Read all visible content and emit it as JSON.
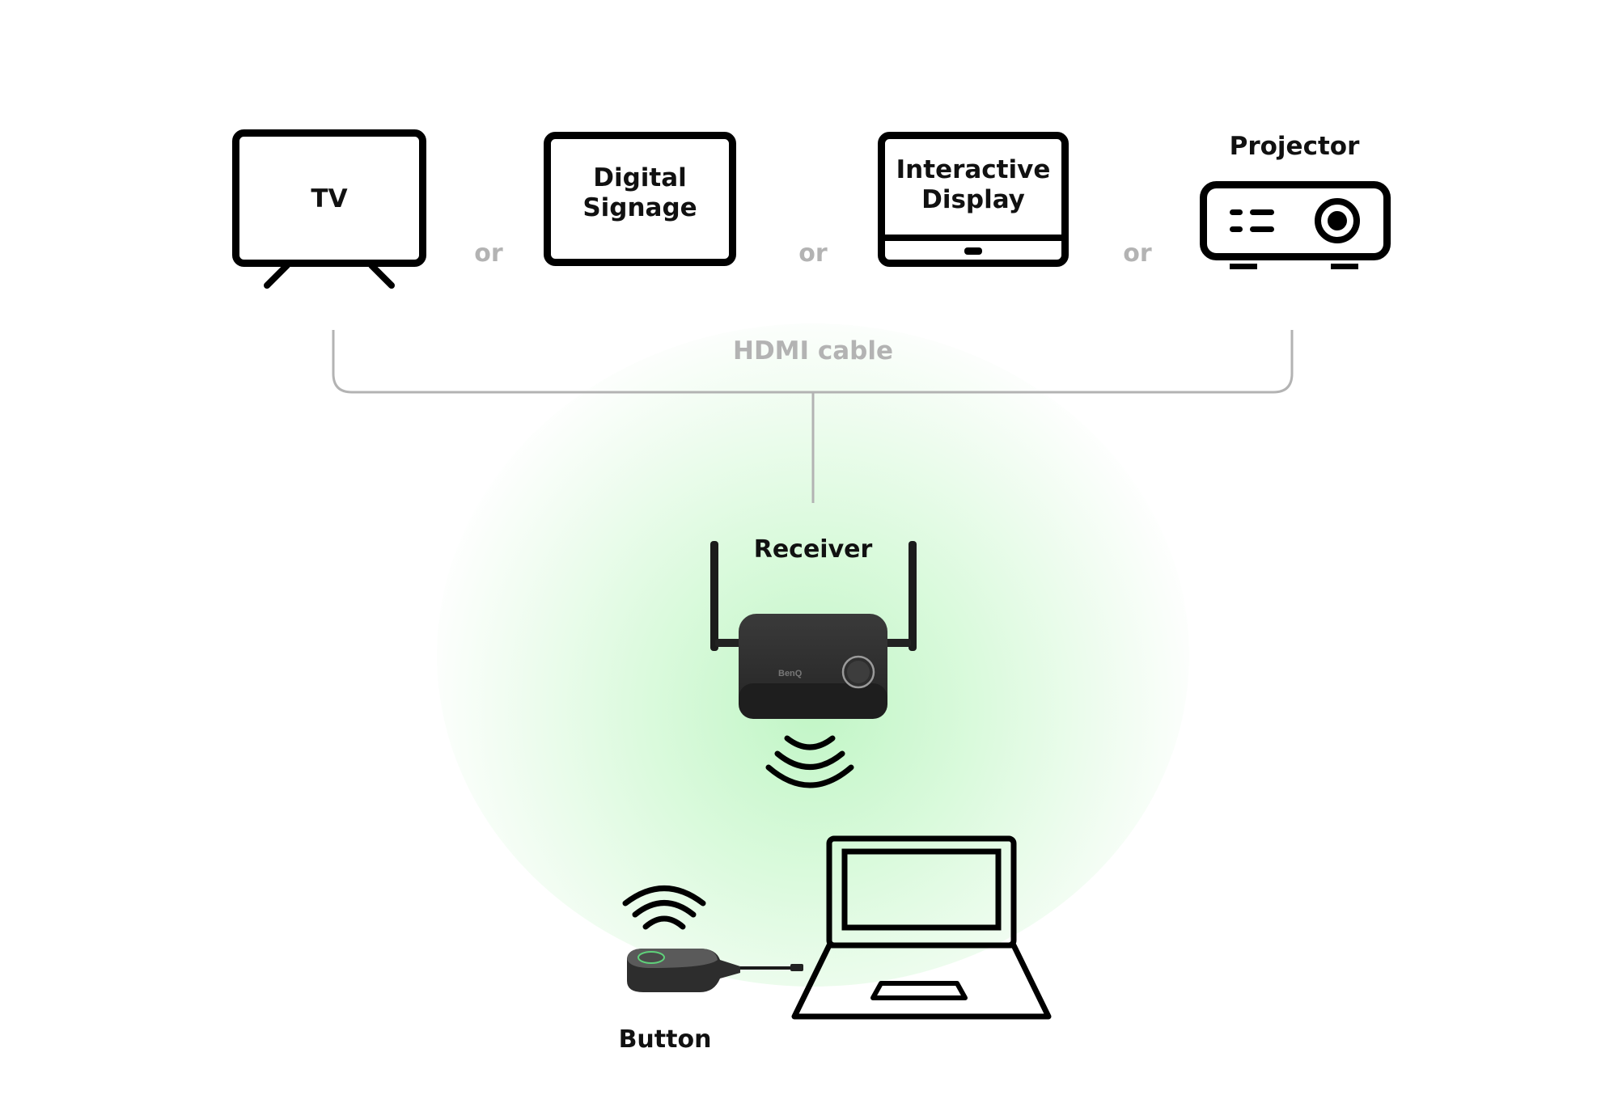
{
  "displays": [
    {
      "id": "tv",
      "label": "TV"
    },
    {
      "id": "digital-signage",
      "label": "Digital\nSignage",
      "line1": "Digital",
      "line2": "Signage"
    },
    {
      "id": "interactive-display",
      "label": "Interactive Display",
      "line1": "Interactive",
      "line2": "Display"
    },
    {
      "id": "projector",
      "label": "Projector"
    }
  ],
  "separators": [
    "or",
    "or",
    "or"
  ],
  "connection": {
    "label": "HDMI cable",
    "color": "#b3b3b3"
  },
  "receiver": {
    "label": "Receiver",
    "brand": "BenQ"
  },
  "button": {
    "label": "Button"
  },
  "colors": {
    "glow": "#c8f5cc",
    "stroke": "#000000",
    "device": "#2b2b2b"
  }
}
